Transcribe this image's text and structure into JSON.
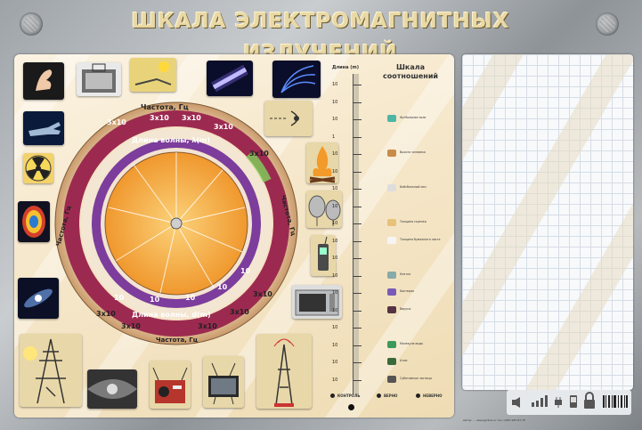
{
  "title": "ШКАЛА ЭЛЕКТРОМАГНИТНЫХ ИЗЛУЧЕНИЙ",
  "dial": {
    "outer_label": "Частота, Гц",
    "wavelength_label": "Длина волны, λ(m)",
    "wavelength_label_lower": "Длина волны, d(m)",
    "freq_left": "Частота, Гц",
    "freq_right": "Частота, Гц",
    "freq_bottom": "Частота, Гц",
    "top_values": [
      "3x10",
      "3x10",
      "3x10",
      "3x10",
      "3x10"
    ],
    "bottom_values": [
      "10",
      "10",
      "10",
      "10",
      "10"
    ],
    "bottom_freq_values": [
      "3x10",
      "3x10",
      "3x10",
      "3x10",
      "3x10"
    ]
  },
  "scale": {
    "title": "Шкала соотношений",
    "length_label": "Длина (m)",
    "ticks": [
      "10",
      "10",
      "10",
      "1",
      "10",
      "10",
      "10",
      "10",
      "10",
      "10",
      "10",
      "10",
      "10",
      "10",
      "10",
      "10",
      "10",
      "10"
    ],
    "objects": [
      "Футбольное поле",
      "Высота человека",
      "Бейсбольный мяч",
      "Толщина скрепки",
      "Толщина бумажного листа",
      "Клетка",
      "Бактерия",
      "Вирусы",
      "Молекула воды",
      "Атом",
      "Субатомные частицы"
    ]
  },
  "controls": {
    "control": "КОНТРОЛЬ",
    "correct": "ВЕРНО",
    "wrong": "НЕВЕРНО"
  },
  "credit": "Автор: ...  www.globus.ru  тел. (495) 987-67-75",
  "colors": {
    "title_gold": "#e9d9a6",
    "dial_outer": "#9c2a50",
    "dial_purple": "#7c3d9c",
    "dial_center": "#f4a53a",
    "panel_bg": "#f6e8cc"
  }
}
